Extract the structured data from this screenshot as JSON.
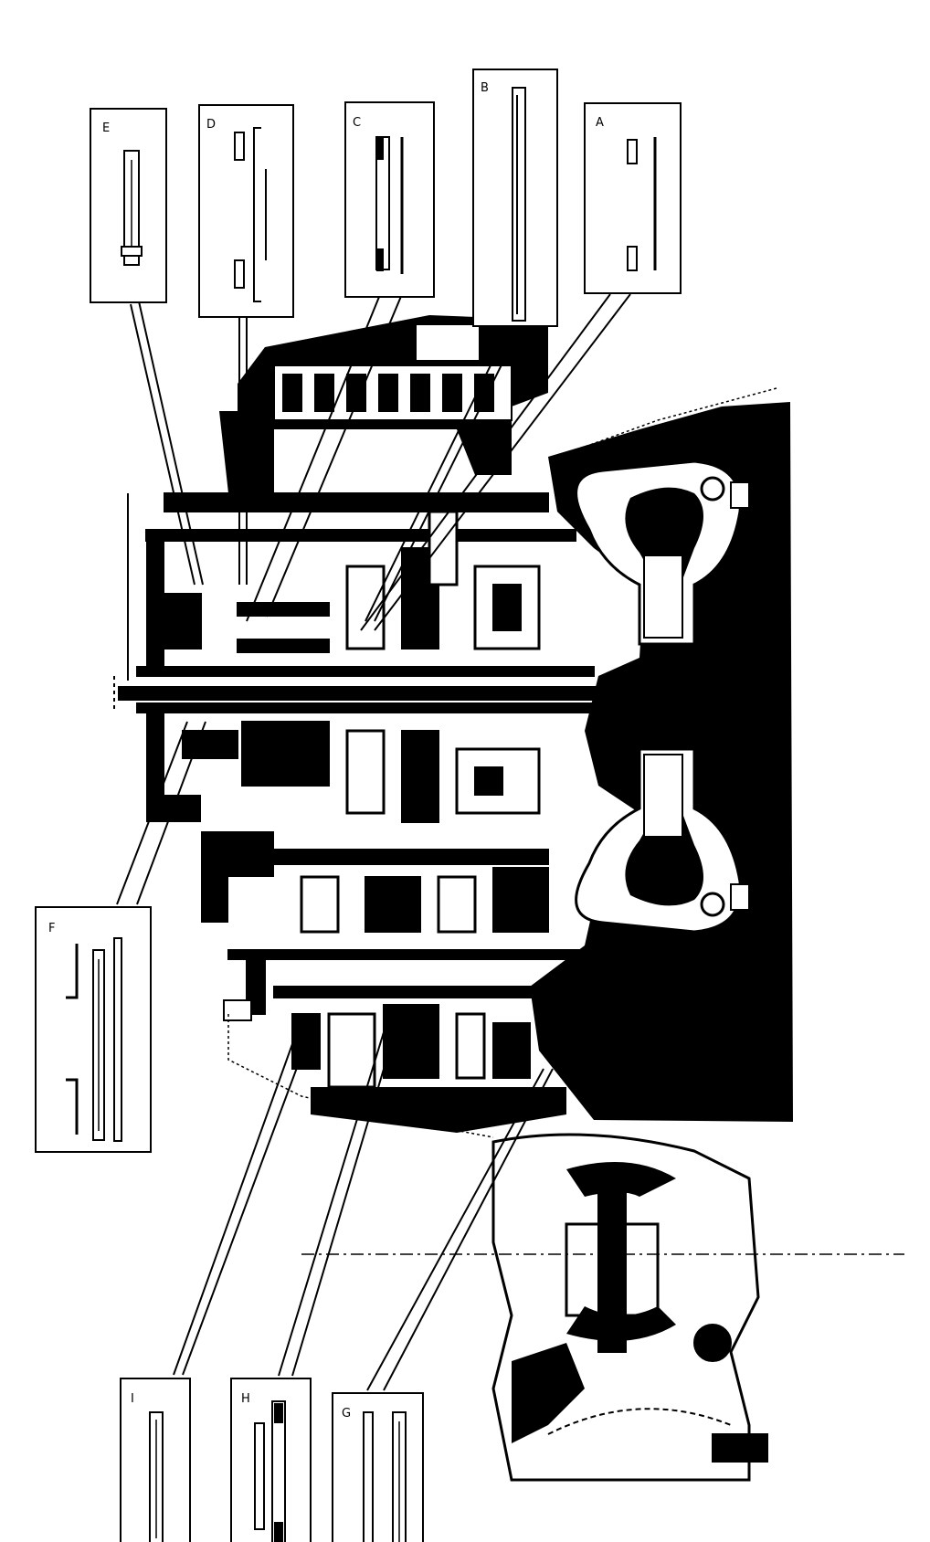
{
  "colors": {
    "ink": "#000000",
    "paper": "#ffffff"
  },
  "callouts": [
    {
      "id": "E",
      "label": "E"
    },
    {
      "id": "D",
      "label": "D"
    },
    {
      "id": "C",
      "label": "C"
    },
    {
      "id": "B",
      "label": "B"
    },
    {
      "id": "A",
      "label": "A"
    },
    {
      "id": "F",
      "label": "F"
    },
    {
      "id": "I",
      "label": "I"
    },
    {
      "id": "H",
      "label": "H"
    },
    {
      "id": "G",
      "label": "G"
    }
  ]
}
